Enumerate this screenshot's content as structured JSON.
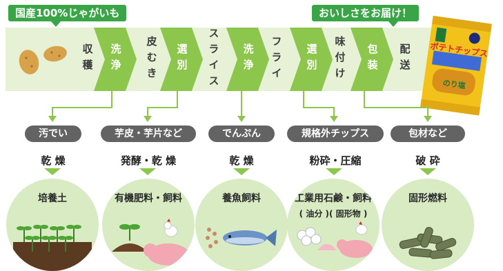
{
  "callouts": {
    "left": "国産100%じゃがいも",
    "right": "おいしさをお届け！"
  },
  "steps": [
    {
      "label": "収穫",
      "style": "gray"
    },
    {
      "label": "洗浄",
      "style": "green"
    },
    {
      "label": "皮むき",
      "style": "gray"
    },
    {
      "label": "選別",
      "style": "green"
    },
    {
      "label": "スライス",
      "style": "gray"
    },
    {
      "label": "洗浄",
      "style": "green"
    },
    {
      "label": "フライ",
      "style": "gray"
    },
    {
      "label": "選別",
      "style": "green"
    },
    {
      "label": "味付け",
      "style": "gray"
    },
    {
      "label": "包装",
      "style": "green"
    },
    {
      "label": "配送",
      "style": "gray"
    }
  ],
  "byproducts": [
    {
      "waste": "汚でい",
      "process": "乾 燥",
      "product": "培養土",
      "product_sub": ""
    },
    {
      "waste": "芋皮・芋片など",
      "process": "発酵・乾 燥",
      "product": "有機肥料・飼料",
      "product_sub": ""
    },
    {
      "waste": "でんぷん",
      "process": "乾 燥",
      "product": "養魚飼料",
      "product_sub": ""
    },
    {
      "waste": "規格外チップス",
      "process": "粉砕・圧縮",
      "product": "工業用石鹸・飼料",
      "product_sub": "( 油分 )( 固形物 )"
    },
    {
      "waste": "包材など",
      "process": "破 砕",
      "product": "固形燃料",
      "product_sub": ""
    }
  ],
  "package": {
    "brand_text": "ポテトチップス",
    "flavor_text": "のり塩"
  },
  "colors": {
    "accent": "#3aa547",
    "chevron_green": "#8cc64d",
    "band": "#e6f1d6",
    "pill": "#636363",
    "circle": "#d8ebc3"
  }
}
